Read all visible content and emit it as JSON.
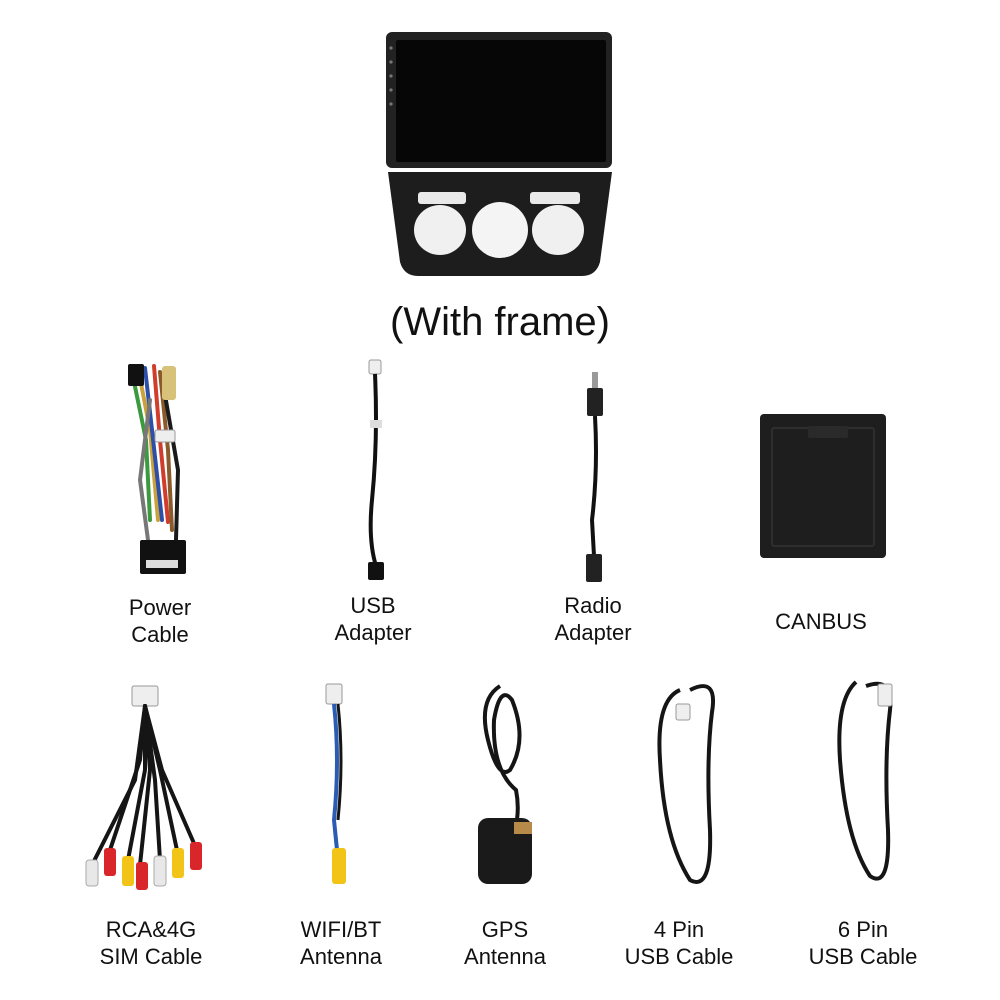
{
  "main_product": {
    "caption": "(With frame)"
  },
  "accessories_row1": [
    {
      "id": "power-cable",
      "lines": [
        "Power",
        "Cable"
      ]
    },
    {
      "id": "usb-adapter",
      "lines": [
        "USB",
        "Adapter"
      ]
    },
    {
      "id": "radio-adapter",
      "lines": [
        "Radio",
        "Adapter"
      ]
    },
    {
      "id": "canbus",
      "lines": [
        "CANBUS"
      ]
    }
  ],
  "accessories_row2": [
    {
      "id": "rca-4g-sim-cable",
      "lines": [
        "RCA&4G",
        "SIM Cable"
      ]
    },
    {
      "id": "wifi-bt-antenna",
      "lines": [
        "WIFI/BT",
        "Antenna"
      ]
    },
    {
      "id": "gps-antenna",
      "lines": [
        "GPS",
        "Antenna"
      ]
    },
    {
      "id": "4pin-usb-cable",
      "lines": [
        "4 Pin",
        "USB Cable"
      ]
    },
    {
      "id": "6pin-usb-cable",
      "lines": [
        "6 Pin",
        "USB Cable"
      ]
    }
  ],
  "colors": {
    "device_body": "#1b1b1b",
    "screen": "#050505",
    "cable": "#151515",
    "rca_red": "#d8262a",
    "rca_yellow": "#f2c417",
    "rca_white": "#e8e8e8"
  }
}
